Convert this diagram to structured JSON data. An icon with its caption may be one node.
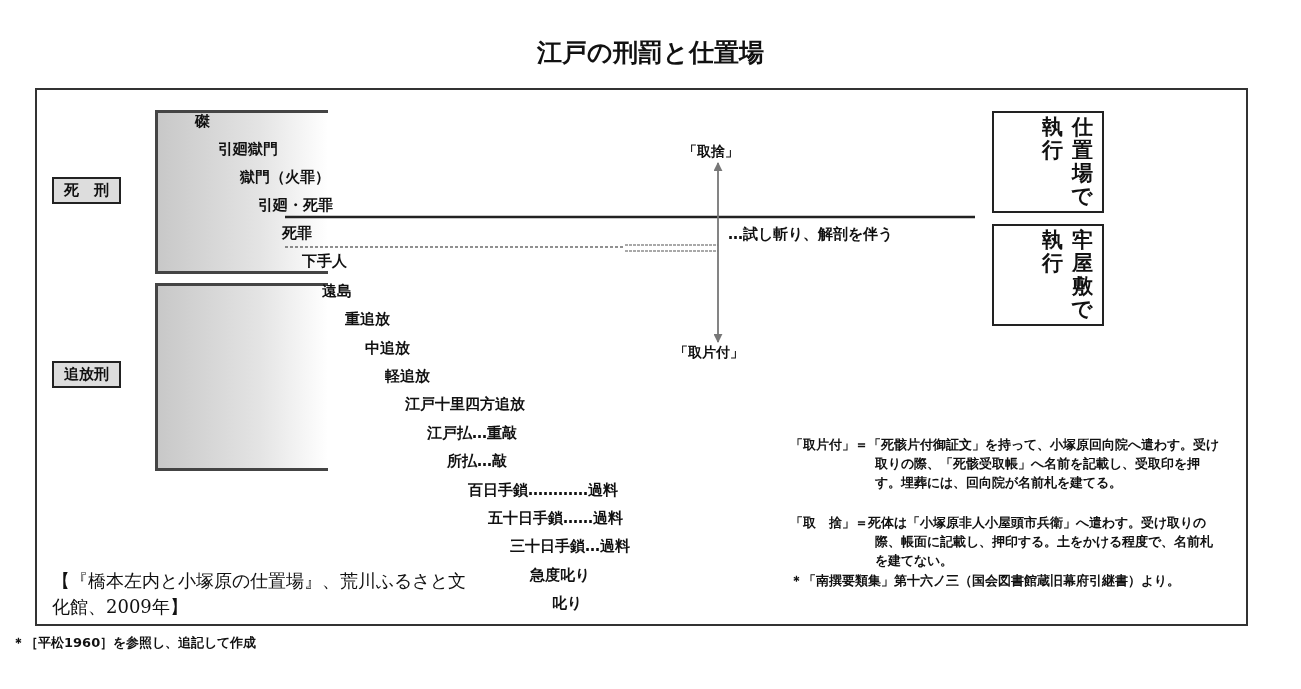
{
  "diagram": {
    "title": "江戸の刑罰と仕置場",
    "caption": "＊［平松1960］を参照し、追記して作成",
    "nodes": [
      {
        "text": [
          "死　刑"
        ]
      },
      {
        "text": [
          "追放刑"
        ]
      },
      {
        "text": [
          "仕置場で執行"
        ]
      },
      {
        "text": [
          "牢屋敷で執行"
        ]
      },
      {
        "text": [
          "「取捨」"
        ]
      },
      {
        "text": [
          "「取片付」"
        ]
      },
      {
        "text": [],
        "shape": "bracket"
      },
      {
        "text": [],
        "shape": "bracket"
      }
    ],
    "edges": [
      {
        "from": 4,
        "to": 5,
        "arrow": "both"
      }
    ],
    "labels": [
      "磔",
      "引廻獄門",
      "獄門（火罪）",
      "引廻・死罪",
      "死罪",
      "下手人",
      "遠島",
      "重追放",
      "中追放",
      "軽追放",
      "江戸十里四方追放",
      "江戸払…重敲",
      "所払…敲",
      "百日手鎖…………過料",
      "五十日手鎖……過料",
      "三十日手鎖…過料",
      "急度叱り",
      "叱り",
      "…試し斬り、解剖を伴う",
      "【『橋本左内と小塚原の仕置場』、荒川ふるさと文化館、2009年】",
      "「取片付」＝「死骸片付御証文」を持って、小塚原回向院へ遣わす。受け取りの際、「死骸受取帳」へ名前を記載し、受取印を押す。埋葬には、回向院が名前札を建てる。",
      "「取　捨」＝死体は「小塚原非人小屋頭市兵衛」へ遣わす。受け取りの際、帳面に記載し、押印する。土をかける程度で、名前札を建てない。",
      "＊「南撰要類集」第十六ノ三（国会図書館蔵旧幕府引継書）より。"
    ]
  }
}
